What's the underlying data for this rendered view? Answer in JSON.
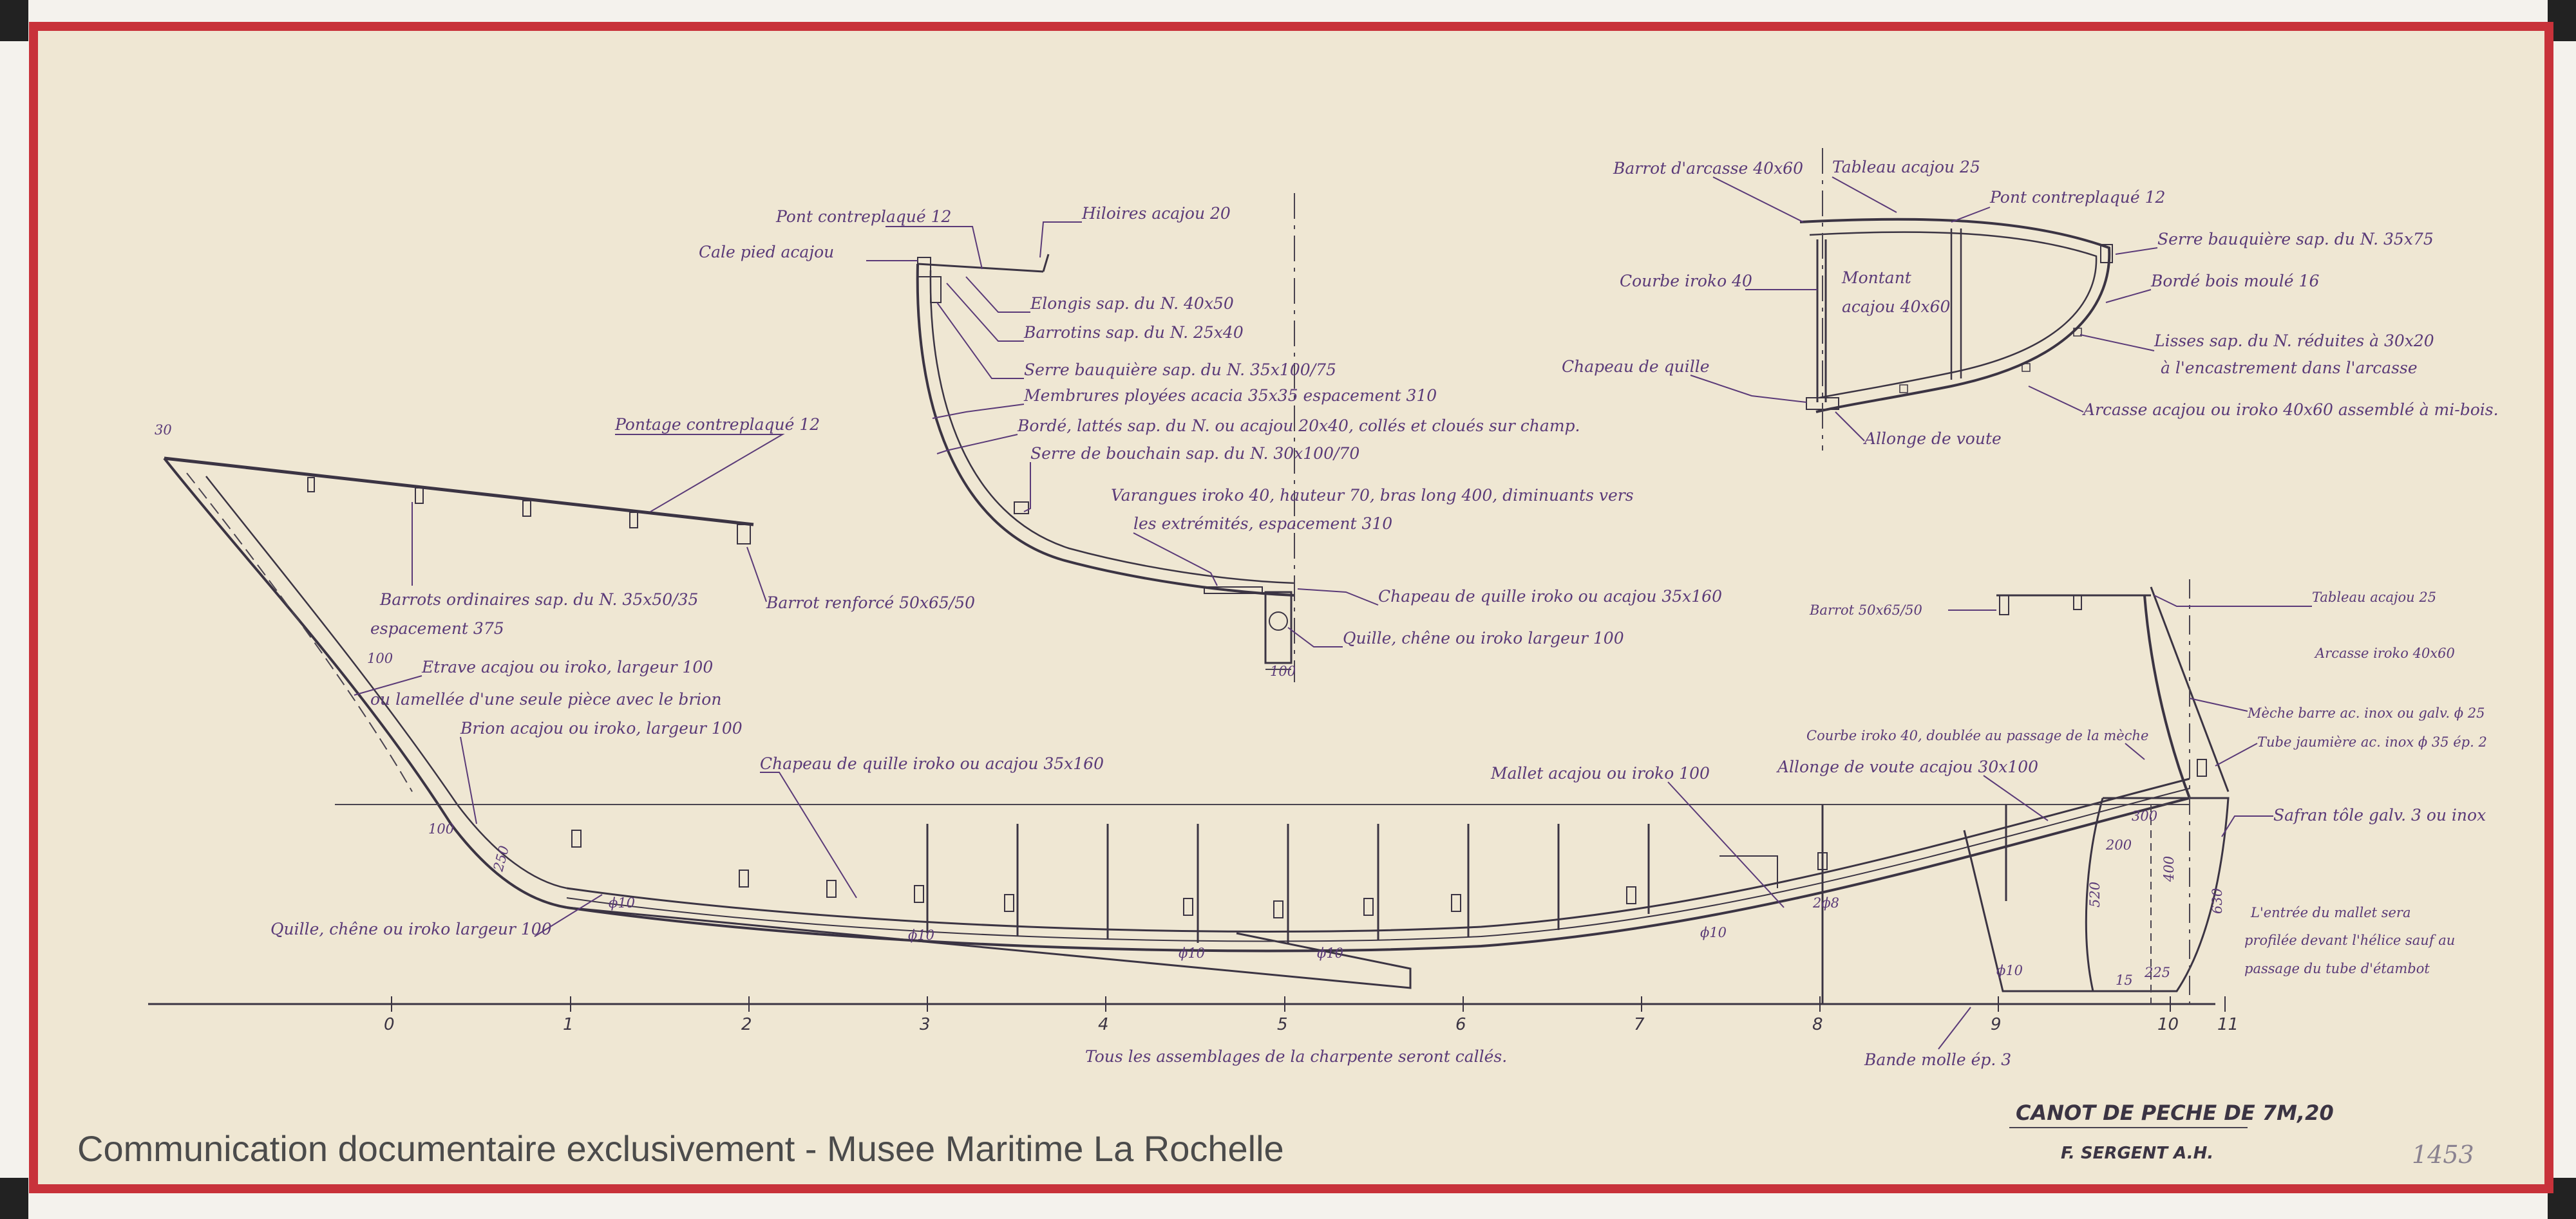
{
  "hull_section_notes": {
    "pont": "Pont contreplaqué 12",
    "hiloires": "Hiloires acajou 20",
    "cale_pied": "Cale pied acajou",
    "elongis": "Elongis sap. du N. 40x50",
    "barrotins": "Barrotins sap. du N. 25x40",
    "serre_bauquiere": "Serre bauquière sap. du N. 35x100/75",
    "membrures": "Membrures ployées acacia 35x35 espacement 310",
    "borde": "Bordé, lattés sap. du N. ou acajou 20x40, collés et cloués sur champ.",
    "serre_bouchain": "Serre de bouchain sap. du N. 30x100/70",
    "varangues_line1": "Varangues iroko 40, hauteur 70, bras long 400, diminuants vers",
    "varangues_line2": "les extrémités, espacement 310",
    "chapeau_quille": "Chapeau de quille iroko ou acajou 35x160",
    "quille": "Quille, chêne ou iroko largeur 100",
    "keel_width": "100"
  },
  "transom_notes": {
    "barrot_arcasse": "Barrot d'arcasse 40x60",
    "tableau": "Tableau acajou 25",
    "pont": "Pont contreplaqué 12",
    "serre_bauquiere": "Serre bauquière sap. du N. 35x75",
    "courbe": "Courbe iroko 40",
    "montant_line1": "Montant",
    "montant_line2": "acajou 40x60",
    "borde": "Bordé bois moulé 16",
    "lisses_line1": "Lisses sap. du N. réduites à 30x20",
    "lisses_line2": "à l'encastrement dans l'arcasse",
    "chapeau_quille": "Chapeau de quille",
    "arcasse": "Arcasse acajou ou iroko 40x60 assemblé à mi-bois.",
    "allonge": "Allonge de voute"
  },
  "profile_notes": {
    "pontage": "Pontage contreplaqué 12",
    "barrots_line1": "Barrots ordinaires sap. du N. 35x50/35",
    "barrots_line2": "espacement 375",
    "barrot_renforce": "Barrot renforcé 50x65/50",
    "etrave_line1": "Etrave acajou ou iroko, largeur 100",
    "etrave_line2": "ou lamellée d'une seule pièce avec le brion",
    "brion": "Brion acajou ou iroko, largeur 100",
    "chapeau_quille": "Chapeau de quille iroko ou acajou 35x160",
    "mallet": "Mallet acajou ou iroko 100",
    "courbe_line": "Courbe iroko 40, doublée au passage de la mèche",
    "allonge": "Allonge de voute acajou 30x100",
    "barrot": "Barrot 50x65/50",
    "tableau": "Tableau acajou 25",
    "arcasse": "Arcasse iroko 40x60",
    "meche": "Mèche barre ac. inox ou galv. ϕ 25",
    "tube": "Tube jaumière ac. inox ϕ 35 ép. 2",
    "safran": "Safran tôle galv. 3 ou inox",
    "entree_line1": "L'entrée du mallet sera",
    "entree_line2": "profilée devant l'hélice sauf au",
    "entree_line3": "passage du tube d'étambot",
    "quille": "Quille, chêne ou iroko largeur 100",
    "bande_molle": "Bande molle ép. 3",
    "assemblages": "Tous les assemblages de la charpente seront callés.",
    "bolt_10": "ϕ10",
    "bolt_8": "2ϕ8",
    "dim_520": "520",
    "dim_200": "200",
    "dim_400": "400",
    "dim_300": "300",
    "dim_630": "630",
    "dim_225": "225",
    "dim_15": "15",
    "dim_100": "100",
    "dim_250": "250",
    "dim_30": "30"
  },
  "stations": [
    "0",
    "1",
    "2",
    "3",
    "4",
    "5",
    "6",
    "7",
    "8",
    "9",
    "10",
    "11"
  ],
  "title_line1": "CANOT DE PECHE DE 7M,20",
  "title_line2": "F. SERGENT A.H.",
  "sheet_number": "1453",
  "watermark": "Communication documentaire exclusivement - Musee Maritime La Rochelle",
  "colors": {
    "frame_red": "#c8323a",
    "paper": "#efe7d3",
    "ink": "#3b3443",
    "annotation_purple": "#5a3a78"
  }
}
